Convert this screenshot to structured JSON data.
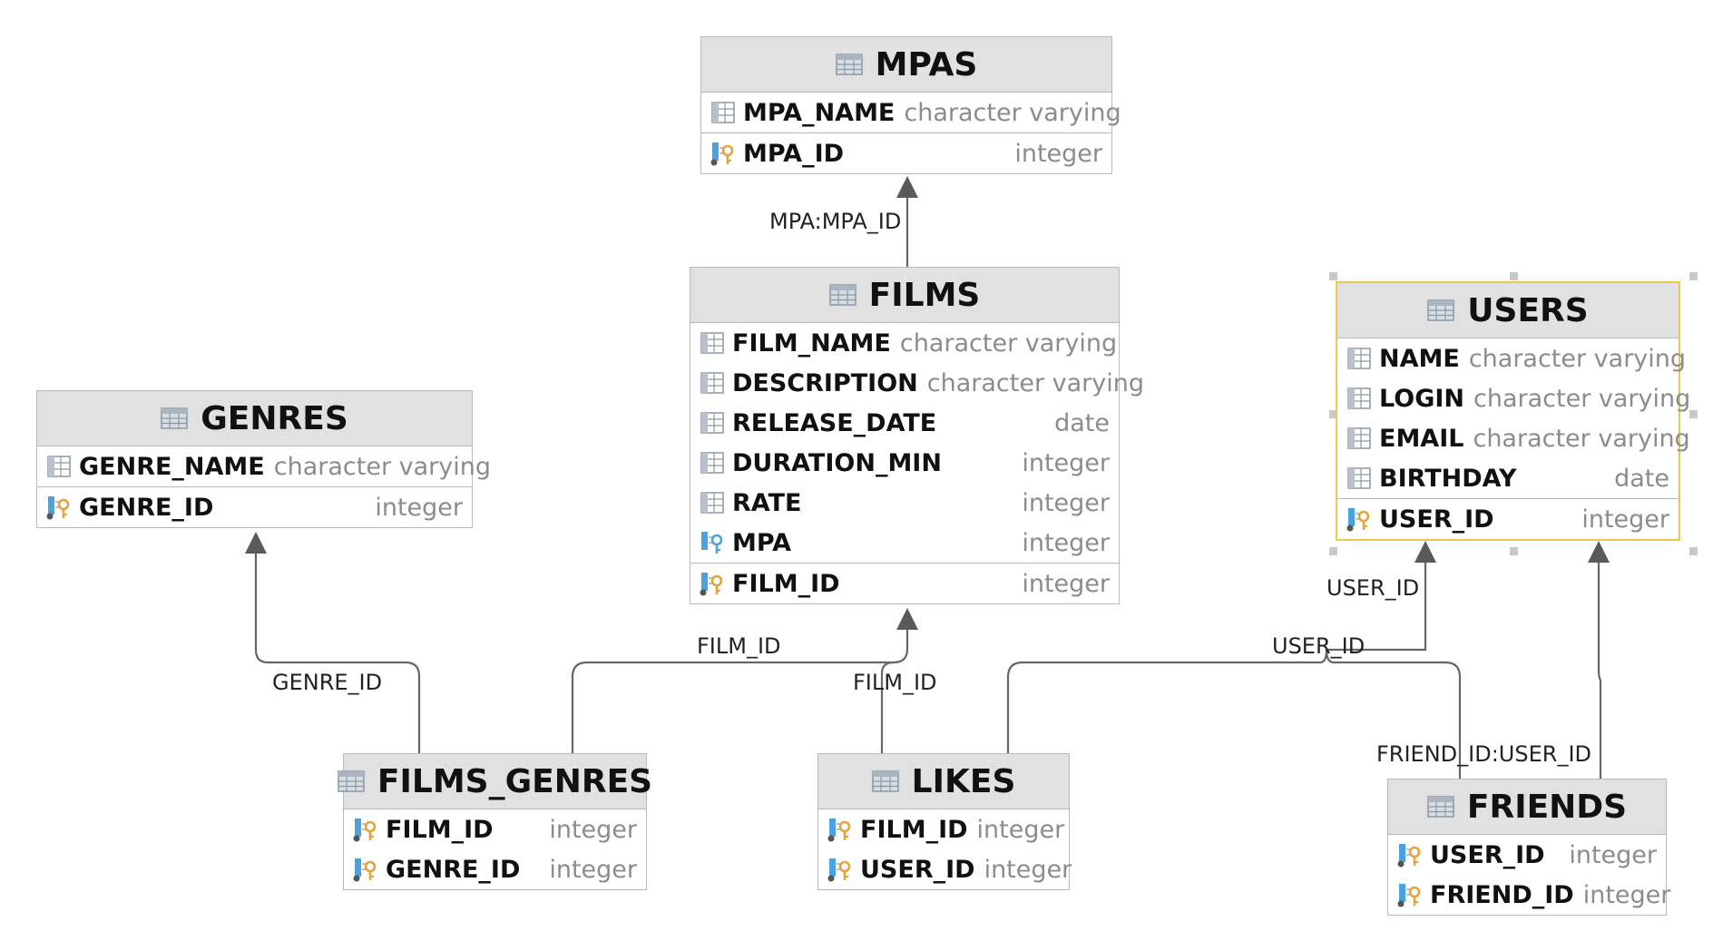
{
  "tables": {
    "mpas": {
      "title": "MPAS",
      "columns": [
        {
          "name": "MPA_NAME",
          "type": "character varying",
          "kind": "column-icon"
        }
      ],
      "keys": [
        {
          "name": "MPA_ID",
          "type": "integer",
          "kind": "primary-key-icon"
        }
      ]
    },
    "films": {
      "title": "FILMS",
      "columns": [
        {
          "name": "FILM_NAME",
          "type": "character varying",
          "kind": "column-icon"
        },
        {
          "name": "DESCRIPTION",
          "type": "character varying",
          "kind": "column-icon"
        },
        {
          "name": "RELEASE_DATE",
          "type": "date",
          "kind": "column-icon"
        },
        {
          "name": "DURATION_MIN",
          "type": "integer",
          "kind": "column-icon"
        },
        {
          "name": "RATE",
          "type": "integer",
          "kind": "column-icon"
        },
        {
          "name": "MPA",
          "type": "integer",
          "kind": "foreign-key-icon"
        }
      ],
      "keys": [
        {
          "name": "FILM_ID",
          "type": "integer",
          "kind": "primary-key-icon"
        }
      ]
    },
    "genres": {
      "title": "GENRES",
      "columns": [
        {
          "name": "GENRE_NAME",
          "type": "character varying",
          "kind": "column-icon"
        }
      ],
      "keys": [
        {
          "name": "GENRE_ID",
          "type": "integer",
          "kind": "primary-key-icon"
        }
      ]
    },
    "users": {
      "title": "USERS",
      "columns": [
        {
          "name": "NAME",
          "type": "character varying",
          "kind": "column-icon"
        },
        {
          "name": "LOGIN",
          "type": "character varying",
          "kind": "column-icon"
        },
        {
          "name": "EMAIL",
          "type": "character varying",
          "kind": "column-icon"
        },
        {
          "name": "BIRTHDAY",
          "type": "date",
          "kind": "column-icon"
        }
      ],
      "keys": [
        {
          "name": "USER_ID",
          "type": "integer",
          "kind": "primary-key-icon"
        }
      ]
    },
    "films_genres": {
      "title": "FILMS_GENRES",
      "columns": [],
      "keys": [
        {
          "name": "FILM_ID",
          "type": "integer",
          "kind": "primary-foreign-key-icon"
        },
        {
          "name": "GENRE_ID",
          "type": "integer",
          "kind": "primary-foreign-key-icon"
        }
      ]
    },
    "likes": {
      "title": "LIKES",
      "columns": [],
      "keys": [
        {
          "name": "FILM_ID",
          "type": "integer",
          "kind": "primary-foreign-key-icon"
        },
        {
          "name": "USER_ID",
          "type": "integer",
          "kind": "primary-foreign-key-icon"
        }
      ]
    },
    "friends": {
      "title": "FRIENDS",
      "columns": [],
      "keys": [
        {
          "name": "USER_ID",
          "type": "integer",
          "kind": "primary-foreign-key-icon"
        },
        {
          "name": "FRIEND_ID",
          "type": "integer",
          "kind": "primary-foreign-key-icon"
        }
      ]
    }
  },
  "relations": {
    "films_mpa": "MPA:MPA_ID",
    "films_genres_genre": "GENRE_ID",
    "films_genres_film": "FILM_ID",
    "likes_film": "FILM_ID",
    "likes_user": "USER_ID",
    "friends_user": "USER_ID",
    "friends_friend": "FRIEND_ID:USER_ID"
  },
  "colors": {
    "header_bg": "#e1e1e1",
    "border": "#b9b9b9",
    "selected_border": "#ecc94b",
    "type_text": "#8c8c8c",
    "line": "#666666",
    "pk_key": "#e6a23c",
    "fk_blue": "#4aa3df"
  }
}
